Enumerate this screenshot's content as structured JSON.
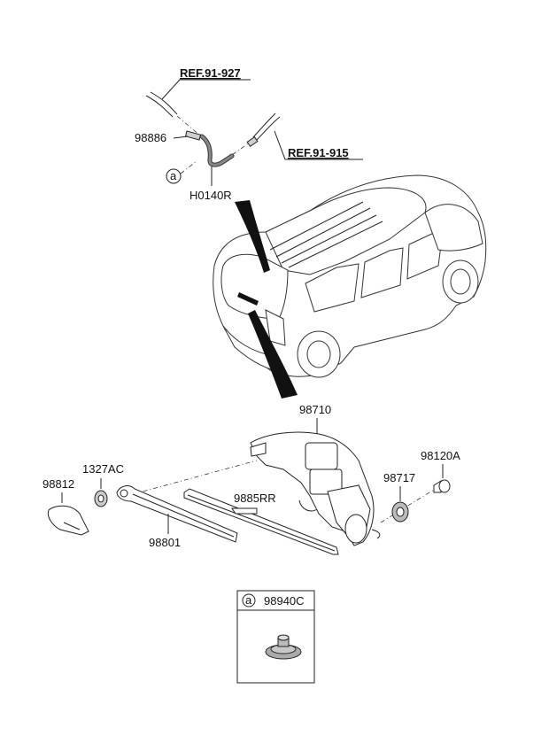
{
  "refs": {
    "ref1": "REF.91-927",
    "ref2": "REF.91-915"
  },
  "parts": {
    "p98886": "98886",
    "pH0140R": "H0140R",
    "p98710": "98710",
    "p1327AC": "1327AC",
    "p98812": "98812",
    "p98885RR": "9885RR",
    "p98801": "98801",
    "p98717": "98717",
    "p98120A": "98120A"
  },
  "callout": {
    "marker": "a",
    "inset_marker": "a",
    "inset_part": "98940C"
  }
}
